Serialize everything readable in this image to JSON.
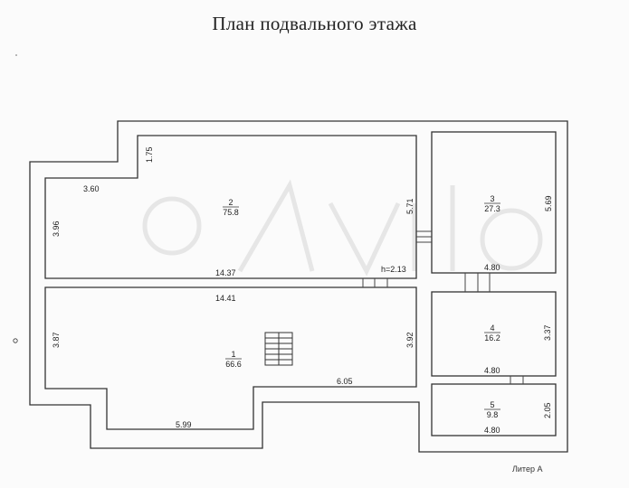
{
  "title": "План подвального этажа",
  "litera": "Литер А",
  "rooms": [
    {
      "number": "1",
      "area": "66.6"
    },
    {
      "number": "2",
      "area": "75.8"
    },
    {
      "number": "3",
      "area": "27.3"
    },
    {
      "number": "4",
      "area": "16.2"
    },
    {
      "number": "5",
      "area": "9.8"
    }
  ],
  "dimensions": {
    "d_3_60": "3.60",
    "d_1_75": "1.75",
    "d_3_96": "3.96",
    "d_5_71": "5.71",
    "d_14_37": "14.37",
    "d_h": "h=2.13",
    "d_5_69": "5.69",
    "d_4_80_a": "4.80",
    "d_14_41": "14.41",
    "d_3_87": "3.87",
    "d_3_92": "3.92",
    "d_6_05": "6.05",
    "d_5_99": "5.99",
    "d_3_37": "3.37",
    "d_4_80_b": "4.80",
    "d_2_05": "2.05",
    "d_4_80_c": "4.80"
  }
}
